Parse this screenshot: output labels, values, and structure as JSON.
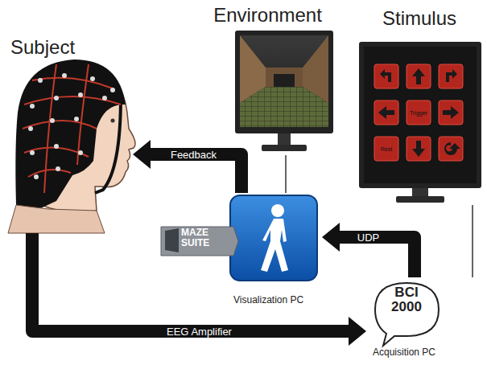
{
  "diagram": {
    "nodes": [
      {
        "text": [
          "Subject"
        ]
      },
      {
        "text": [
          "Environment"
        ]
      },
      {
        "text": [
          "Stimulus"
        ]
      },
      {
        "text": [
          "MAZE SUITE",
          "Visualization PC"
        ]
      },
      {
        "text": [
          "BCI 2000",
          "Acquisition PC"
        ]
      }
    ],
    "edges": [
      {
        "from": 3,
        "to": 0,
        "label": "Feedback",
        "arrow": "to"
      },
      {
        "from": 1,
        "to": 3,
        "arrow": "none"
      },
      {
        "from": 2,
        "to": 4,
        "arrow": "none"
      },
      {
        "from": 4,
        "to": 3,
        "label": "UDP",
        "arrow": "to"
      },
      {
        "from": 0,
        "to": 4,
        "label": "EEG Amplifier",
        "arrow": "to"
      }
    ],
    "labels": [
      "Trigger",
      "Rest"
    ]
  }
}
